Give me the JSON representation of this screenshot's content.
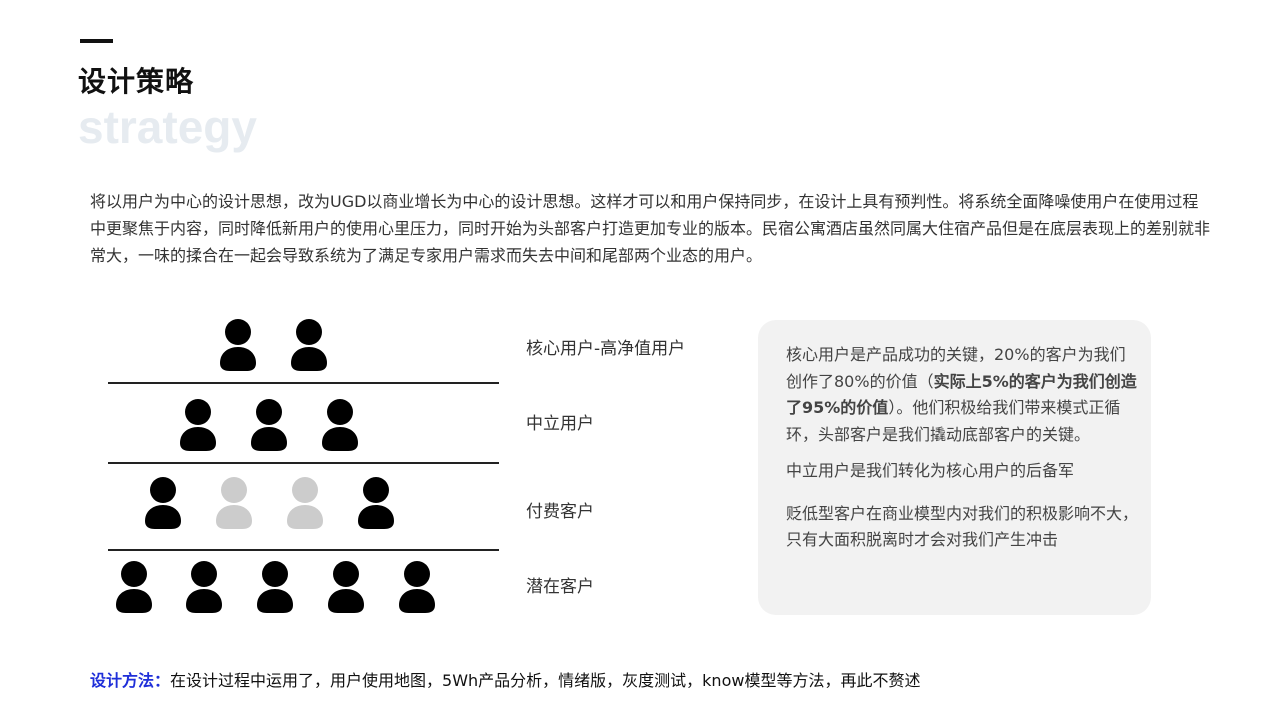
{
  "header": {
    "title": "设计策略",
    "subtitle": "strategy"
  },
  "intro": {
    "text": "将以用户为中心的设计思想，改为UGD以商业增长为中心的设计思想。这样才可以和用户保持同步，在设计上具有预判性。将系统全面降噪使用户在使用过程中更聚焦于内容，同时降低新用户的使用心里压力，同时开始为头部客户打造更加专业的版本。民宿公寓酒店虽然同属大住宿产品但是在底层表现上的差别就非常大，一味的揉合在一起会导致系统为了满足专家用户需求而失去中间和尾部两个业态的用户。"
  },
  "pyramid": {
    "icon": "person-icon",
    "colors": {
      "active": "#000000",
      "inactive": "#cccccc"
    },
    "tiers": [
      {
        "label": "核心用户-高净值用户",
        "icons": [
          "active",
          "active"
        ]
      },
      {
        "label": "中立用户",
        "icons": [
          "active",
          "active",
          "active"
        ]
      },
      {
        "label": "付费客户",
        "icons": [
          "active",
          "inactive",
          "inactive",
          "active"
        ]
      },
      {
        "label": "潜在客户",
        "icons": [
          "active",
          "active",
          "active",
          "active",
          "active"
        ]
      }
    ]
  },
  "notes": {
    "core": {
      "before": "核心用户是产品成功的关键，20%的客户为我们创作了80%的价值（",
      "emphasis": "实际上5%的客户为我们创造了95%的价值",
      "after": "）。他们积极给我们带来模式正循环，头部客户是我们撬动底部客户的关键。"
    },
    "neutral": "中立用户是我们转化为核心用户的后备军",
    "low": "贬低型客户在商业模型内对我们的积极影响不大，只有大面积脱离时才会对我们产生冲击"
  },
  "method": {
    "label": "设计方法：",
    "text": "在设计过程中运用了，用户使用地图，5Wh产品分析，情绪版，灰度测试，know模型等方法，再此不赘述"
  }
}
